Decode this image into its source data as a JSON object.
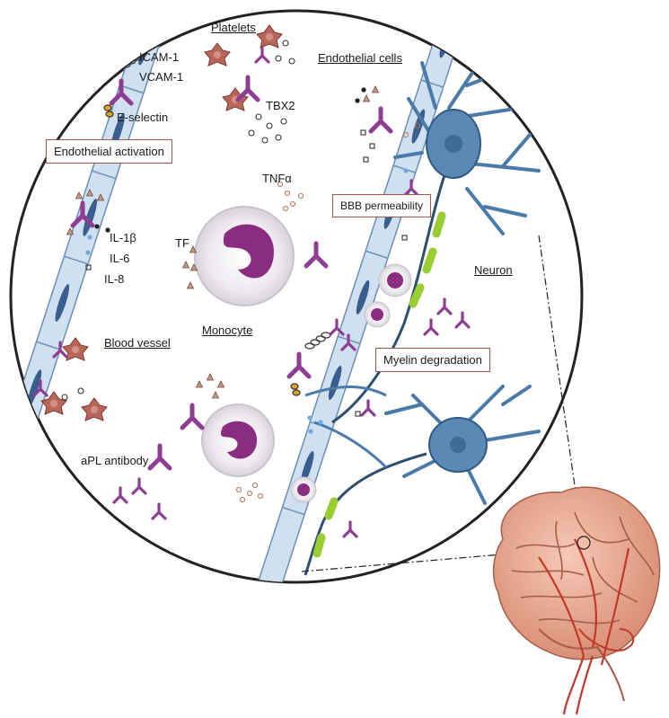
{
  "labels": {
    "platelets": "Platelets",
    "icam": "ICAM-1",
    "vcam": "VCAM-1",
    "e_selectin": "E-selectin",
    "endothelial_cells": "Endothelial cells",
    "tbx2": "TBX2",
    "endothelial_activation": "Endothelial activation",
    "tnfa": "TNFα",
    "bbb_permeability": "BBB permeability",
    "il1b": "IL-1β",
    "il6": "IL-6",
    "il8": "IL-8",
    "tf": "TF",
    "neuron": "Neuron",
    "monocyte": "Monocyte",
    "blood_vessel": "Blood vessel",
    "myelin_degradation": "Myelin degradation",
    "apl_antibody": "aPL antibody"
  },
  "colors": {
    "antibody": "#8e3d93",
    "monocyte_nucleus": "#8a2d82",
    "endothelium": "#cfe0f0",
    "endothelial_nucleus": "#3a5f8e",
    "neuron": "#4a7aa8",
    "myelin": "#9acd32",
    "platelet": "#b8655a",
    "box_border": "#a0574a",
    "brain": "#e4a18c",
    "artery": "#c0392b"
  }
}
